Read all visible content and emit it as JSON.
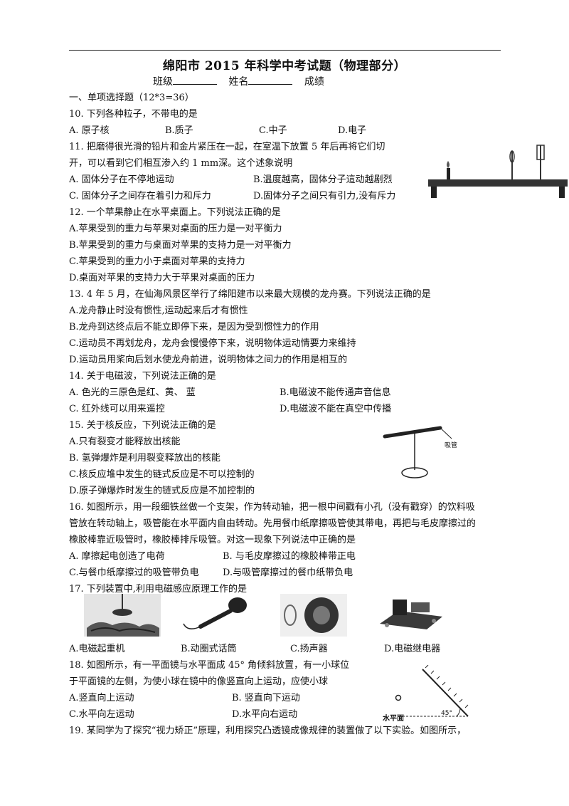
{
  "header": {
    "title": "绵阳市 2015 年科学中考试题（物理部分）",
    "class_label": "班级",
    "name_label": "姓名",
    "score_label": "成绩"
  },
  "section1": "一、单项选择题（12*3=36）",
  "q10": {
    "stem": "10. 下列各种粒子，不带电的是",
    "a": "A. 原子核",
    "b": "B.质子",
    "c": "C.中子",
    "d": "D.电子"
  },
  "q11": {
    "stem1": "11. 把磨得很光滑的铅片和金片紧压在一起，在室温下放置 5 年后再将它们切",
    "stem2": "开，可以看到它们相互渗入约 1 mm深。这个述象说明",
    "a": "A.  固体分子在不停地运动",
    "b": "B.温度越高，固体分子這动越剧烈",
    "c": "C.  固体分子之间存在着引力和斥力",
    "d": "D.固体分子之间只有引力,没有斥力"
  },
  "q12": {
    "stem": "12. 一个苹果静止在水平桌面上。下列说法正确的是",
    "a": "A.苹果受到的重力与苹果对桌面的压力是一对平衡力",
    "b": "B.苹果受到的重力与桌面对苹果的支持力是一对平衡力",
    "c": "C.苹果受到的重力小于桌面对苹果的支持力",
    "d": "D.桌面对苹果的支持力大于苹果对桌面的压力"
  },
  "q13": {
    "stem": "13.  4 年 5 月，在仙海风景区举行了绵阳建市以来最大规模的龙舟赛。下列说法正确的是",
    "a": "A.龙舟静止时没有惯性,运动起来后才有惯性",
    "b": "B.龙舟到达终点后不能立即停下来，是因为受到惯性力的作用",
    "c": "C.运动员不再划龙舟，龙舟会慢慢停下来，说明物体运动情要力来维持",
    "d": "D.运动员用桨向后划水使龙舟前进，说明物体之间力的作用是相互的"
  },
  "q14": {
    "stem": "14.  关于电磁波，下列说法正确的是",
    "a": "A.  色光的三原色是红、黄、  蓝",
    "b": "B.电磁波不能传通声音信息",
    "c": "C.  红外线可以用来遥控",
    "d": "D.电磁波不能在真空中传播"
  },
  "q15": {
    "stem": "15.  关于核反应，下列说法正确的是",
    "a": "A.只有裂变才能释放出核能",
    "b": "B.  氢弹爆炸是利用裂变释放出的核能",
    "c": "C.核反应堆中发生的链式反应是不可以控制的",
    "d": "D.原子弹爆炸时发生的链式反应是不加控制的",
    "fig_label": "吸管"
  },
  "q16": {
    "stem1": "16. 如图所示，用一段细铁丝做一个支架，作为转动轴，把一根中间戳有小孔（没有戳穿）的饮料吸",
    "stem2": "管放在转动轴上，吸管能在水平面内自由转动。先用餐巾纸摩擦吸管使其带电，再把与毛皮摩擦过的",
    "stem3": "橡胶棒靠近吸管时，橡胶棒排斥吸管。对这一现象下列说法中正确的是",
    "a": "A.  摩擦起电创造了电荷",
    "b": "B.  与毛皮摩擦过的橡胶棒带正电",
    "c": "C.与餐巾纸摩擦过的吸管带负电",
    "d": "D.与吸管摩擦过的餐巾纸带负电"
  },
  "q17": {
    "stem": "17.  下列装置中,利用电磁感应原理工作的是",
    "a": "A.电磁起重机",
    "b": "B.动圈式话筒",
    "c": "C.扬声器",
    "d": "D.电磁继电器"
  },
  "q18": {
    "stem1": "18.  如图所示，有一平面镜与水平面成 45°  角倾斜放置，有一小球位",
    "stem2": "于平面镜的左侧，为使小球在镜中的像竖直向上运动，应使小球",
    "a": "A.竖直向上运动",
    "b": "B.  竖直向下运动",
    "c": "C.水平向左运动",
    "d": "D.水平向右运动",
    "fig_label_ground": "水平面",
    "fig_label_angle": "45°"
  },
  "q19": {
    "stem": "19.  某同学为了探究“视力矫正”原理，利用探究凸透镜成像规律的装置做了以下实验。如图所示，"
  }
}
